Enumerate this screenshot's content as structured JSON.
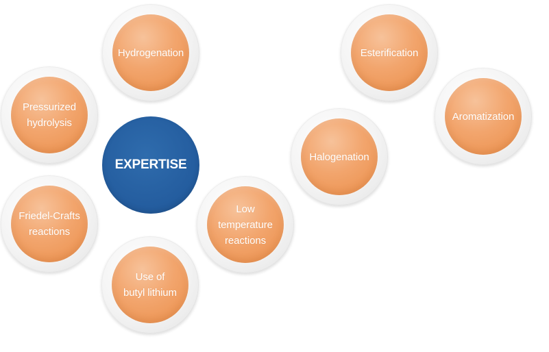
{
  "center": {
    "label": "EXPERTISE",
    "color": "#245d9f"
  },
  "bubbles": [
    {
      "id": "hydrogenation",
      "label": "Hydrogenation"
    },
    {
      "id": "pressurized-hydrolysis",
      "label": "Pressurized\nhydrolysis"
    },
    {
      "id": "friedel-crafts",
      "label": "Friedel-Crafts\nreactions"
    },
    {
      "id": "butyl-lithium",
      "label": "Use of\nbutyl lithium"
    },
    {
      "id": "low-temperature",
      "label": "Low\ntemperature\nreactions"
    },
    {
      "id": "halogenation",
      "label": "Halogenation"
    },
    {
      "id": "esterification",
      "label": "Esterification"
    },
    {
      "id": "aromatization",
      "label": "Aromatization"
    }
  ],
  "colors": {
    "bubble_fill": "#f2a56d",
    "bubble_ring": "#f0f0f0",
    "text": "#ffffff"
  }
}
